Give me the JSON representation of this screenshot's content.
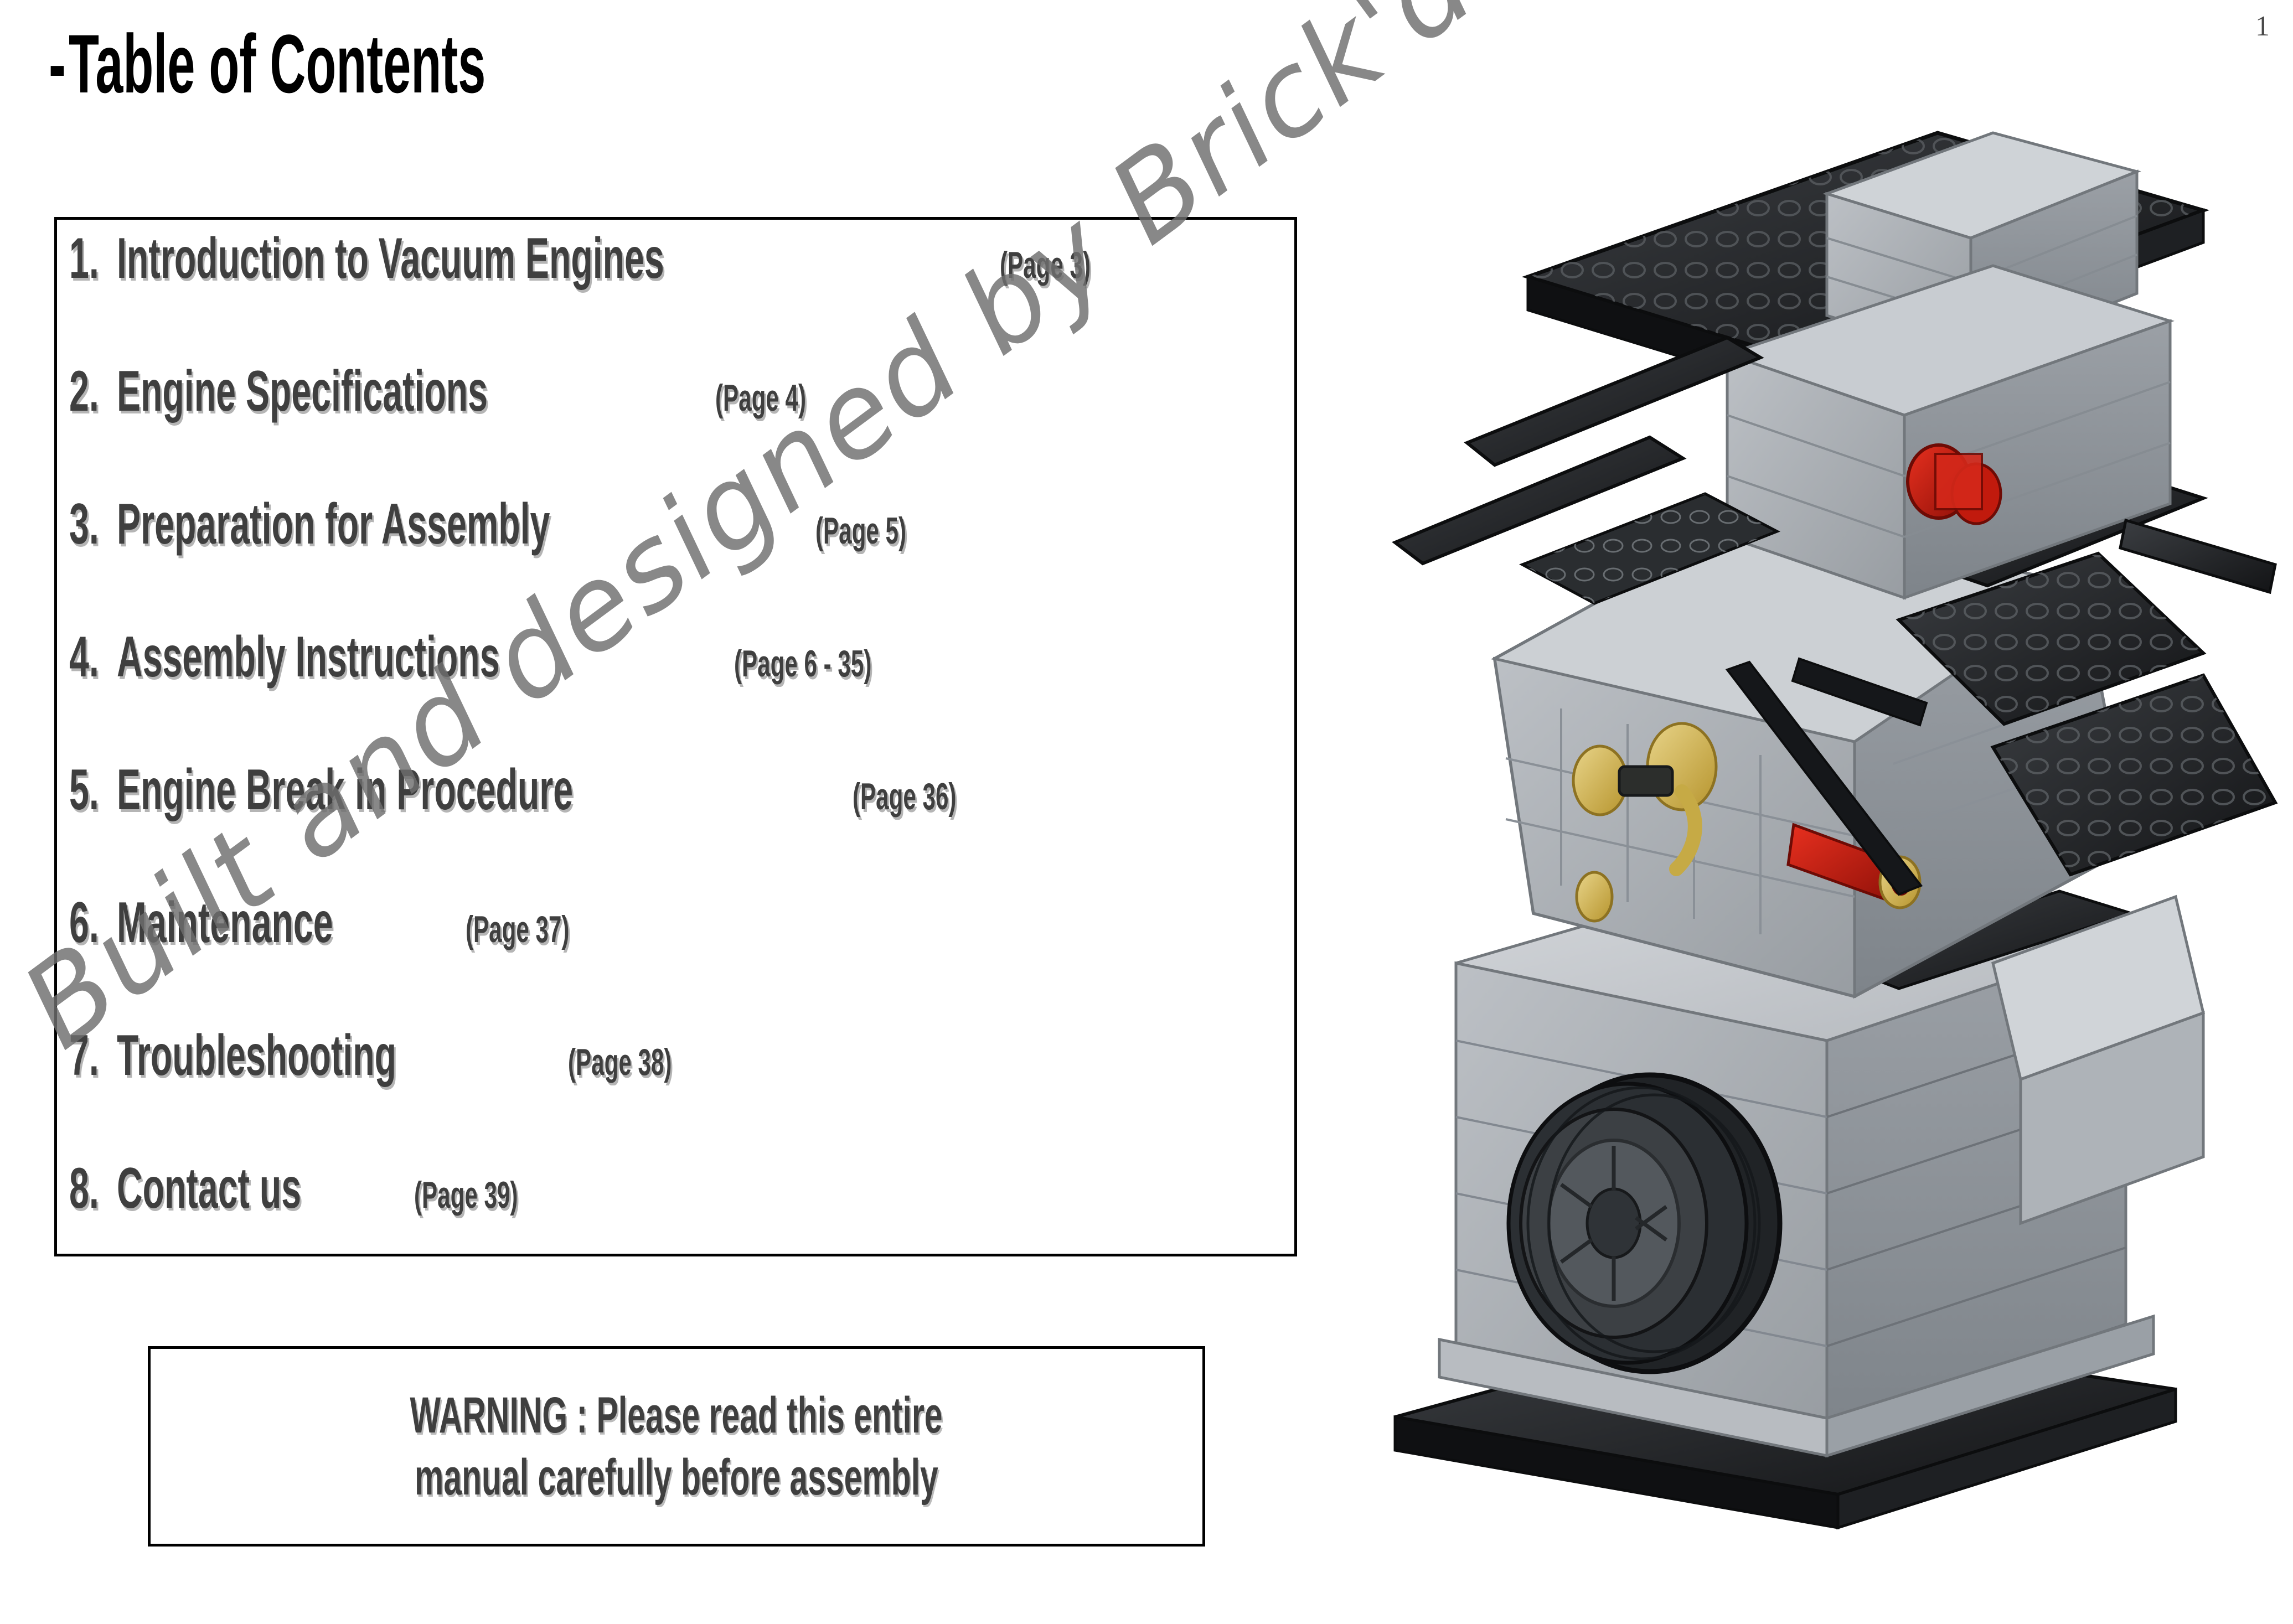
{
  "document": {
    "page_number": "1",
    "title_prefix": "-",
    "title": "Table of Contents"
  },
  "toc": {
    "items": [
      {
        "number": "1.",
        "label": "Introduction to Vacuum Engines",
        "page": "(Page 3)"
      },
      {
        "number": "2.",
        "label": "Engine Specifications",
        "page": "(Page 4)"
      },
      {
        "number": "3.",
        "label": "Preparation for Assembly",
        "page": "(Page 5)"
      },
      {
        "number": "4.",
        "label": "Assembly Instructions",
        "page": "(Page 6 - 35)"
      },
      {
        "number": "5.",
        "label": "Engine Break in Procedure",
        "page": "(Page 36)"
      },
      {
        "number": "6.",
        "label": "Maintenance",
        "page": "(Page 37)"
      },
      {
        "number": "7.",
        "label": "Troubleshooting",
        "page": "(Page 38)"
      },
      {
        "number": "8.",
        "label": "Contact us",
        "page": "(Page 39)"
      }
    ]
  },
  "warning": {
    "line1": "WARNING : Please read this entire",
    "line2": "manual carefully before assembly"
  },
  "watermark": {
    "text": "Built and designed by Brick'd Up Productions"
  },
  "illustration": {
    "name": "lego-vacuum-engine-render",
    "colors": {
      "light_gray": "#c9ccd1",
      "mid_gray": "#b0b4b9",
      "dark_gray": "#8b9095",
      "outline": "#6e7378",
      "black": "#1b1b1d",
      "black_light": "#3a3d40",
      "red": "#cc1f14",
      "red_dark": "#8e1008",
      "gold": "#c8a73c",
      "gold_light": "#e3cb7c"
    }
  }
}
